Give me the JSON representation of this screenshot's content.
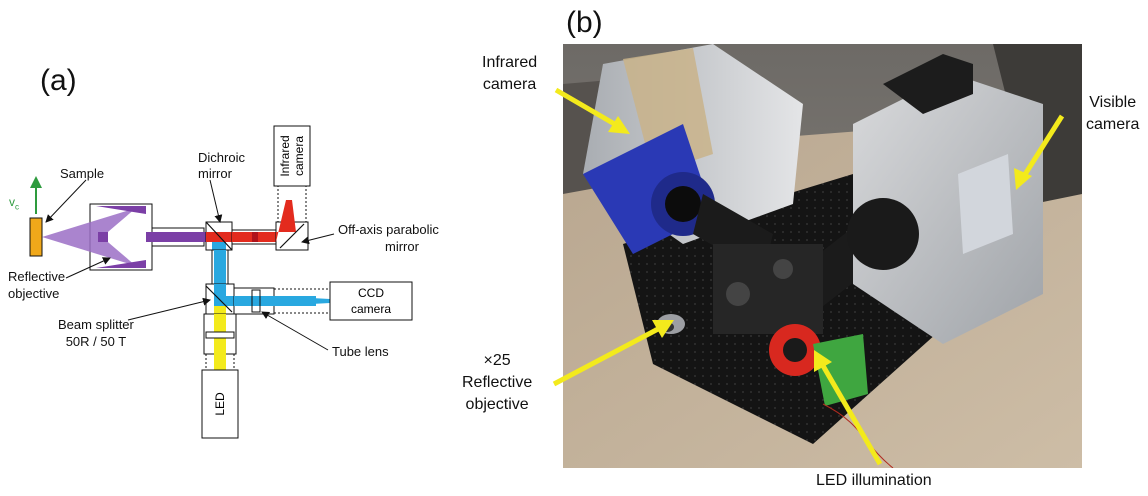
{
  "panel_a": {
    "tag": "(a)",
    "velocity_label": "v",
    "velocity_sub": "c",
    "sample": "Sample",
    "dichroic_1": "Dichroic",
    "dichroic_2": "mirror",
    "infrared_camera_1": "Infrared",
    "infrared_camera_2": "camera",
    "offaxis_1": "Off-axis parabolic",
    "offaxis_2": "mirror",
    "reflective_1": "Reflective",
    "reflective_2": "objective",
    "beam_splitter_1": "Beam splitter",
    "beam_splitter_2": "50R / 50 T",
    "ccd_1": "CCD",
    "ccd_2": "camera",
    "tube_lens": "Tube lens",
    "led": "LED",
    "colors": {
      "visible_beam": "#29a8e0",
      "infrared_beam": "#e32b1e",
      "combined_beam": "#7b3fa6",
      "led_beam": "#f3ea1c",
      "sample": "#f0a81a",
      "velocity_arrow": "#2e9b3e"
    }
  },
  "panel_b": {
    "tag": "(b)",
    "infrared_1": "Infrared",
    "infrared_2": "camera",
    "visible_1": "Visible",
    "visible_2": "camera",
    "obj_1": "×25",
    "obj_2": "Reflective",
    "obj_3": "objective",
    "led_illum": "LED illumination",
    "colors": {
      "pointer_arrow": "#f3ea1c"
    }
  }
}
